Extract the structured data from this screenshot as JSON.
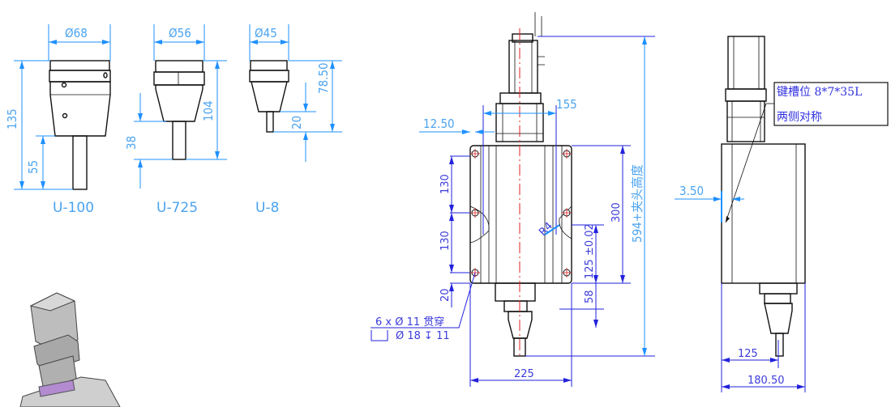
{
  "chucks": [
    {
      "name": "U-100",
      "diameter": "Ø68",
      "total_height": "135",
      "shank": "55"
    },
    {
      "name": "U-725",
      "diameter": "Ø56",
      "total_height": "104",
      "shank": "38"
    },
    {
      "name": "U-8",
      "diameter": "Ø45",
      "total_height": "78.50",
      "shank": "20"
    }
  ],
  "front_view": {
    "dim_155": "155",
    "dim_12_50": "12.50",
    "dim_130a": "130",
    "dim_130b": "130",
    "dim_20": "20",
    "dim_r4": "R4",
    "dim_125": "125 ±0.02",
    "dim_58": "58",
    "dim_300": "300",
    "dim_594": "594+夹头高度",
    "dim_225": "225",
    "hole_note_1": "6 x  Ø  11 贯穿",
    "hole_note_2": "Ø 18 ↧ 11"
  },
  "side_view": {
    "note_line1": "键槽位  8*7*35L",
    "note_line2": "两侧对称",
    "dim_3_50": "3.50",
    "dim_125": "125",
    "dim_180_50": "180.50"
  },
  "colors": {
    "dimension": "#1e90ff",
    "centerline": "#e02020",
    "note": "#3030e0"
  }
}
